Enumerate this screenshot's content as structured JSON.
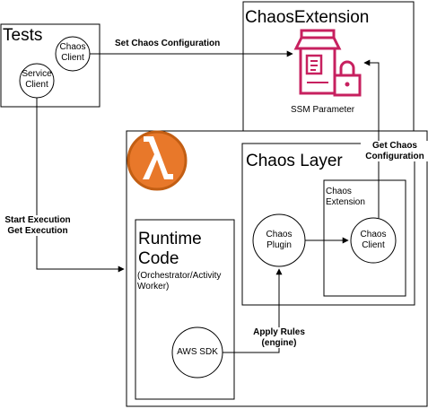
{
  "tests": {
    "title": "Tests",
    "chaos_client_line1": "Chaos",
    "chaos_client_line2": "Client",
    "service_client_line1": "Service",
    "service_client_line2": "Client"
  },
  "chaos_extension_box": {
    "title": "ChaosExtension",
    "ssm_label": "SSM Parameter",
    "ssm_color": "#C7205F"
  },
  "lambda": {
    "icon_color": "#E8782A",
    "icon_border": "#C25E13",
    "icon_symbol": "λ"
  },
  "chaos_layer": {
    "title": "Chaos Layer",
    "plugin_line1": "Chaos",
    "plugin_line2": "Plugin",
    "extension_line1": "Chaos",
    "extension_line2": "Extension",
    "client_line1": "Chaos",
    "client_line2": "Client"
  },
  "runtime": {
    "title_line1": "Runtime",
    "title_line2": "Code",
    "subtitle_line1": "(Orchestrator/Activity",
    "subtitle_line2": "Worker)",
    "sdk_label": "AWS SDK"
  },
  "arrows": {
    "set_config": "Set Chaos Configuration",
    "get_config_line1": "Get Chaos",
    "get_config_line2": "Configuration",
    "start_exec": "Start Execution",
    "get_exec": "Get Execution",
    "apply_rules_line1": "Apply Rules",
    "apply_rules_line2": "(engine)"
  }
}
